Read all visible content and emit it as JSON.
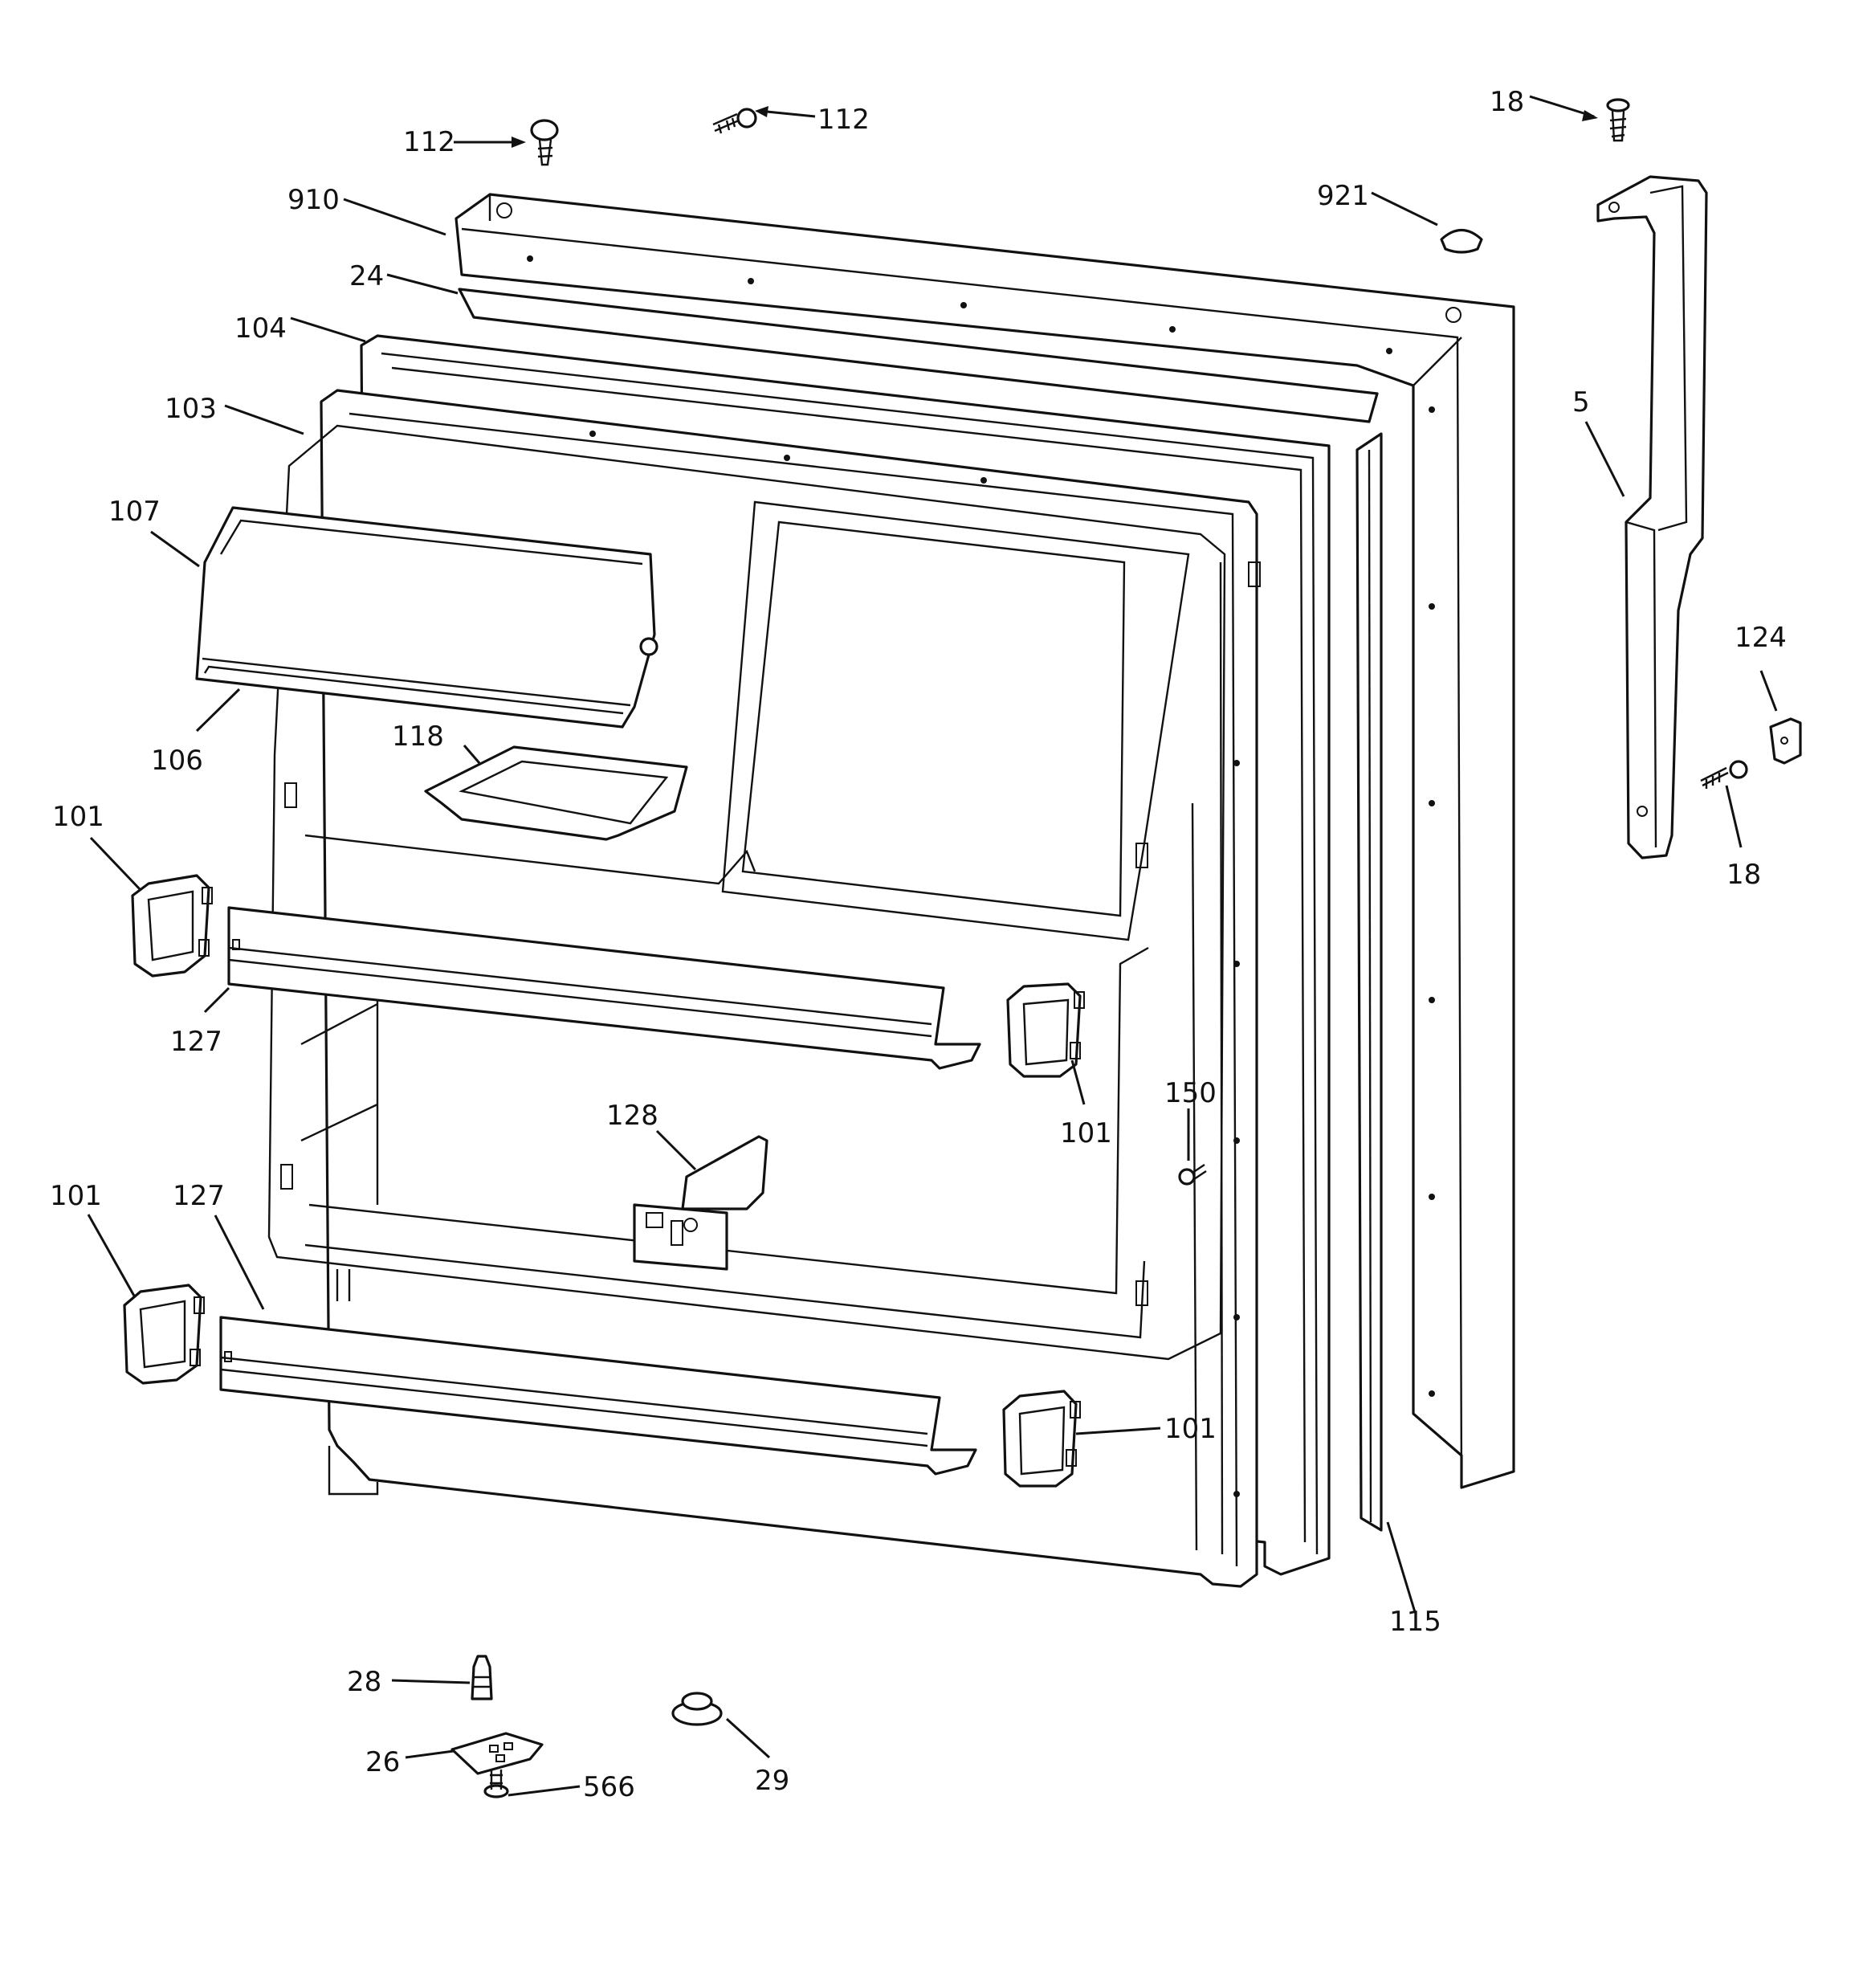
{
  "callouts": {
    "c112a": "112",
    "c112b": "112",
    "c18a": "18",
    "c910": "910",
    "c921": "921",
    "c24": "24",
    "c104": "104",
    "c103": "103",
    "c107": "107",
    "c5": "5",
    "c124": "124",
    "c18b": "18",
    "c106": "106",
    "c118": "118",
    "c101a": "101",
    "c127a": "127",
    "c101b": "101",
    "c150": "150",
    "c128": "128",
    "c101c": "101",
    "c127b": "127",
    "c101d": "101",
    "c115": "115",
    "c28": "28",
    "c26": "26",
    "c566": "566",
    "c29": "29"
  }
}
